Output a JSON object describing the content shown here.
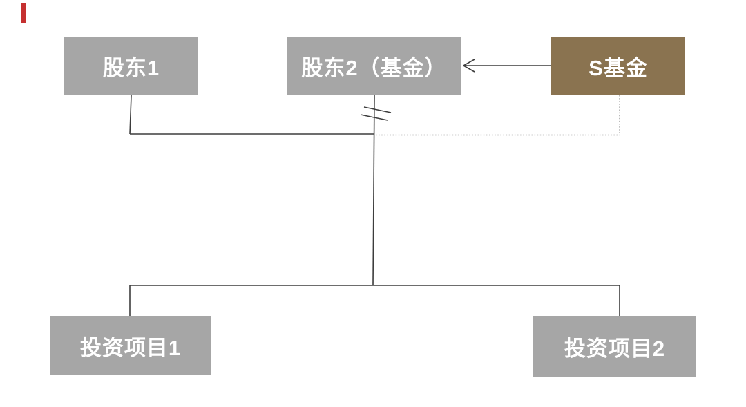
{
  "diagram": {
    "type": "structure-chart",
    "background": "#ffffff",
    "nodes": {
      "shareholder1": {
        "label": "股东1",
        "color": "#a6a6a6",
        "text_color": "#ffffff"
      },
      "shareholder2": {
        "label": "股东2（基金）",
        "color": "#a6a6a6",
        "text_color": "#ffffff"
      },
      "s_fund": {
        "label": "S基金",
        "color": "#8a7350",
        "text_color": "#ffffff"
      },
      "project1": {
        "label": "投资项目1",
        "color": "#a6a6a6",
        "text_color": "#ffffff"
      },
      "project2": {
        "label": "投资项目2",
        "color": "#a6a6a6",
        "text_color": "#ffffff"
      }
    },
    "edges": [
      {
        "from": "S基金",
        "to": "股东2（基金）",
        "style": "solid-open-arrow",
        "direction": "left"
      },
      {
        "from": "股东1",
        "to": "junction",
        "style": "solid"
      },
      {
        "from": "股东2（基金）",
        "to": "投资项目1",
        "style": "solid",
        "note": "center line with double-slash break mark"
      },
      {
        "from": "股东2（基金）",
        "to": "投资项目2",
        "style": "solid"
      },
      {
        "from": "S基金",
        "to": "junction",
        "style": "dotted"
      }
    ],
    "break_mark": "double-slash on center vertical line below 股东2（基金）"
  },
  "colors": {
    "box-gray": "#a6a6a6",
    "box-brown": "#8a7350",
    "line": "#3d3d3d",
    "dotted": "#9a9a9a",
    "red-accent": "#c53030",
    "text-on-box": "#ffffff",
    "canvas-bg": "#ffffff"
  }
}
